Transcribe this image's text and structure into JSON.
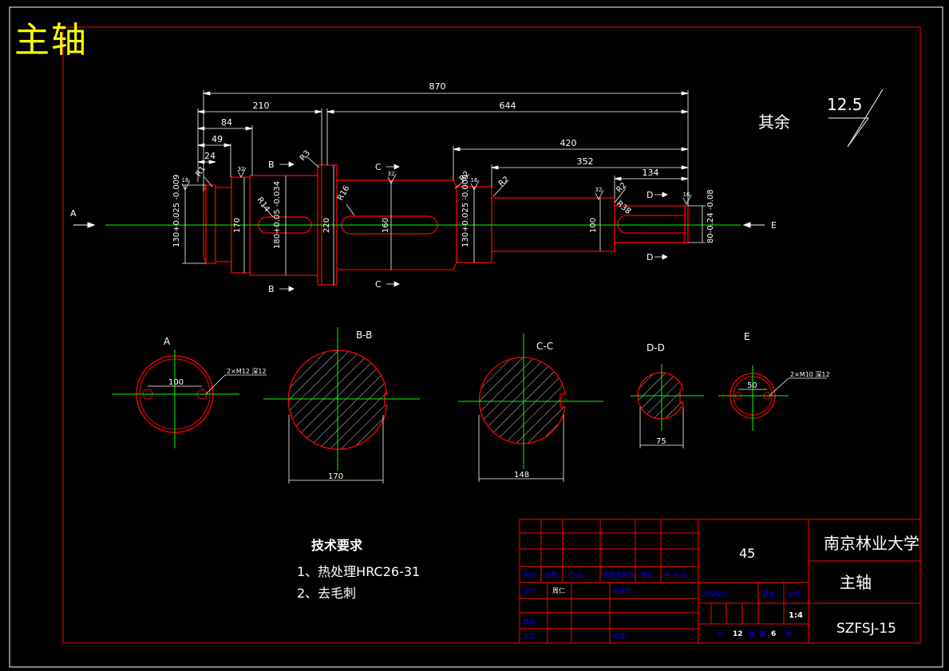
{
  "title": "主轴",
  "surface_finish": {
    "prefix": "其余",
    "value": "12.5"
  },
  "dims_top": {
    "d870": "870",
    "d644": "644",
    "d210": "210",
    "d84": "84",
    "d49": "49",
    "d24": "24",
    "d420": "420",
    "d352": "352",
    "d134": "134"
  },
  "dims_vertical": {
    "v130a": "130+0.025 -0.009",
    "v170": "170",
    "v180": "180+0.05 -0.034",
    "v220": "220",
    "v160": "160",
    "v130b": "130+0.025 -0.009",
    "v100": "100",
    "v80": "80-0.24 -0.08"
  },
  "radii": {
    "r1": "R1",
    "r3": "R3",
    "r14": "R14",
    "r16": "R16",
    "r2a": "R2",
    "r2b": "R2",
    "r2c": "R2",
    "r38": "R38"
  },
  "roughness_marks": {
    "m16a": "16",
    "m32a": "32",
    "m32b": "32",
    "m16b": "16",
    "m32c": "32",
    "m16c": "16"
  },
  "section_labels": {
    "A": "A",
    "B": "B",
    "C": "C",
    "D": "D",
    "E": "E"
  },
  "sections": {
    "a": {
      "label": "A",
      "dim": "100",
      "note": "2×M12 深12"
    },
    "bb": {
      "label": "B-B",
      "dim": "170"
    },
    "cc": {
      "label": "C-C",
      "dim": "148"
    },
    "dd": {
      "label": "D-D",
      "dim": "75"
    },
    "e": {
      "label": "E",
      "dim": "50",
      "note": "2×M10 深12"
    }
  },
  "requirements": {
    "title": "技术要求",
    "items": [
      "1、热处理HRC26-31",
      "2、去毛刺"
    ]
  },
  "title_block": {
    "material": "45",
    "university": "南京林业大学",
    "part_name": "主轴",
    "drawing_no": "SZFSJ-15",
    "scale": "1:4",
    "row_labels": [
      "标记",
      "处数",
      "分 区",
      "更改文件号",
      "签名",
      "年.月.日"
    ],
    "designer_label": "设计",
    "designer_name": "周仁",
    "standard_label": "标准化",
    "review_label": "审核",
    "process_label": "工艺",
    "approve_label": "批准",
    "stage_label": "阶段标记",
    "weight_label": "重量",
    "scale_label": "比例",
    "sheets": {
      "total_label": "共",
      "total": "12",
      "unit1": "张",
      "sheet_label": "第",
      "sheet": "6",
      "unit2": "张"
    }
  },
  "colors": {
    "outline": "#ff0000",
    "center": "#00ff00",
    "dim": "#ffffff",
    "table": "#ff0000",
    "table_text": "#0000ff",
    "title": "#ffff00"
  }
}
